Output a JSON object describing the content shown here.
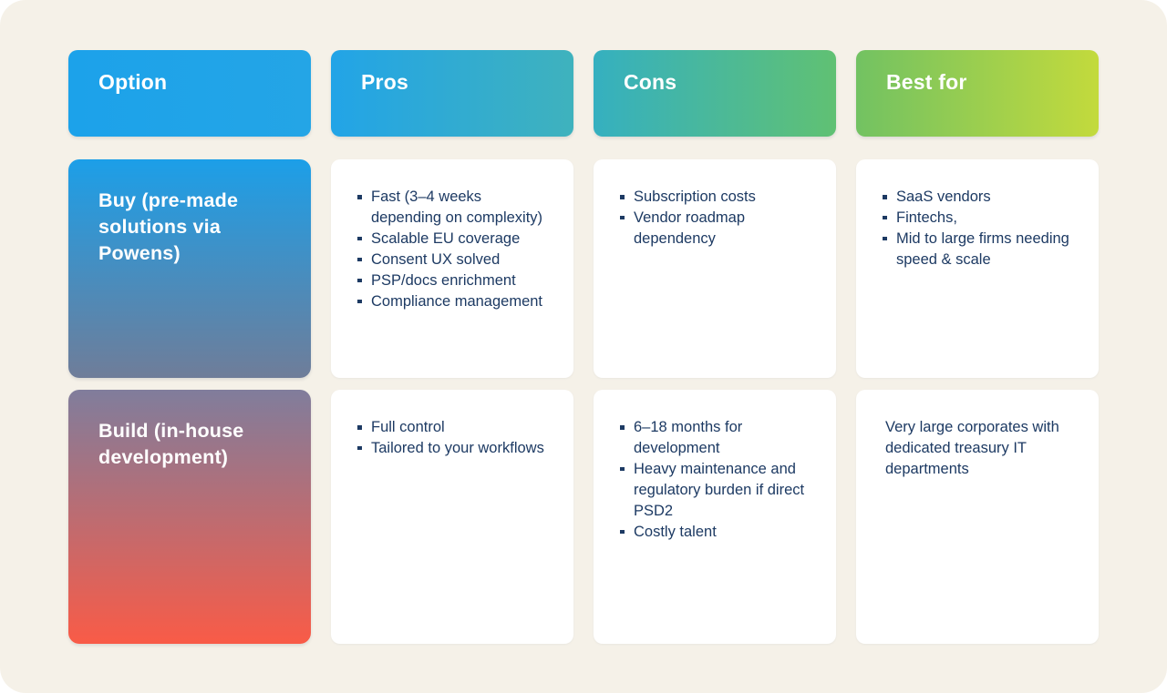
{
  "page": {
    "background_color": "#ffffff",
    "surface_color": "#f5f1e8",
    "text_color": "#1d3a63"
  },
  "table": {
    "headers": [
      {
        "label": "Option",
        "gradient": [
          "#1ca2ea",
          "#24a5e6"
        ]
      },
      {
        "label": "Pros",
        "gradient": [
          "#22a4e7",
          "#3fb2bd"
        ]
      },
      {
        "label": "Cons",
        "gradient": [
          "#35b0c0",
          "#60c173"
        ]
      },
      {
        "label": "Best for",
        "gradient": [
          "#72c262",
          "#c3da3c"
        ]
      }
    ],
    "rows": [
      {
        "option": {
          "label": "Buy (pre-made solutions via Powens)",
          "gradient": [
            "#1c9fe8",
            "#6f7d99"
          ]
        },
        "pros": [
          "Fast (3–4 weeks depending on complexity)",
          "Scalable EU coverage",
          "Consent UX solved",
          "PSP/docs enrichment",
          "Compliance management"
        ],
        "cons": [
          "Subscription costs",
          "Vendor roadmap dependency"
        ],
        "best_for_items": [
          "SaaS vendors",
          "Fintechs,",
          "Mid to large firms needing speed & scale"
        ]
      },
      {
        "option": {
          "label": "Build (in-house development)",
          "gradient": [
            "#807d9c",
            "#f95b47"
          ]
        },
        "pros": [
          "Full control",
          "Tailored to your workflows"
        ],
        "cons": [
          "6–18 months for development",
          "Heavy maintenance and regulatory burden if direct PSD2",
          "Costly talent"
        ],
        "best_for_text": "Very large corporates with dedicated treasury IT departments"
      }
    ]
  }
}
